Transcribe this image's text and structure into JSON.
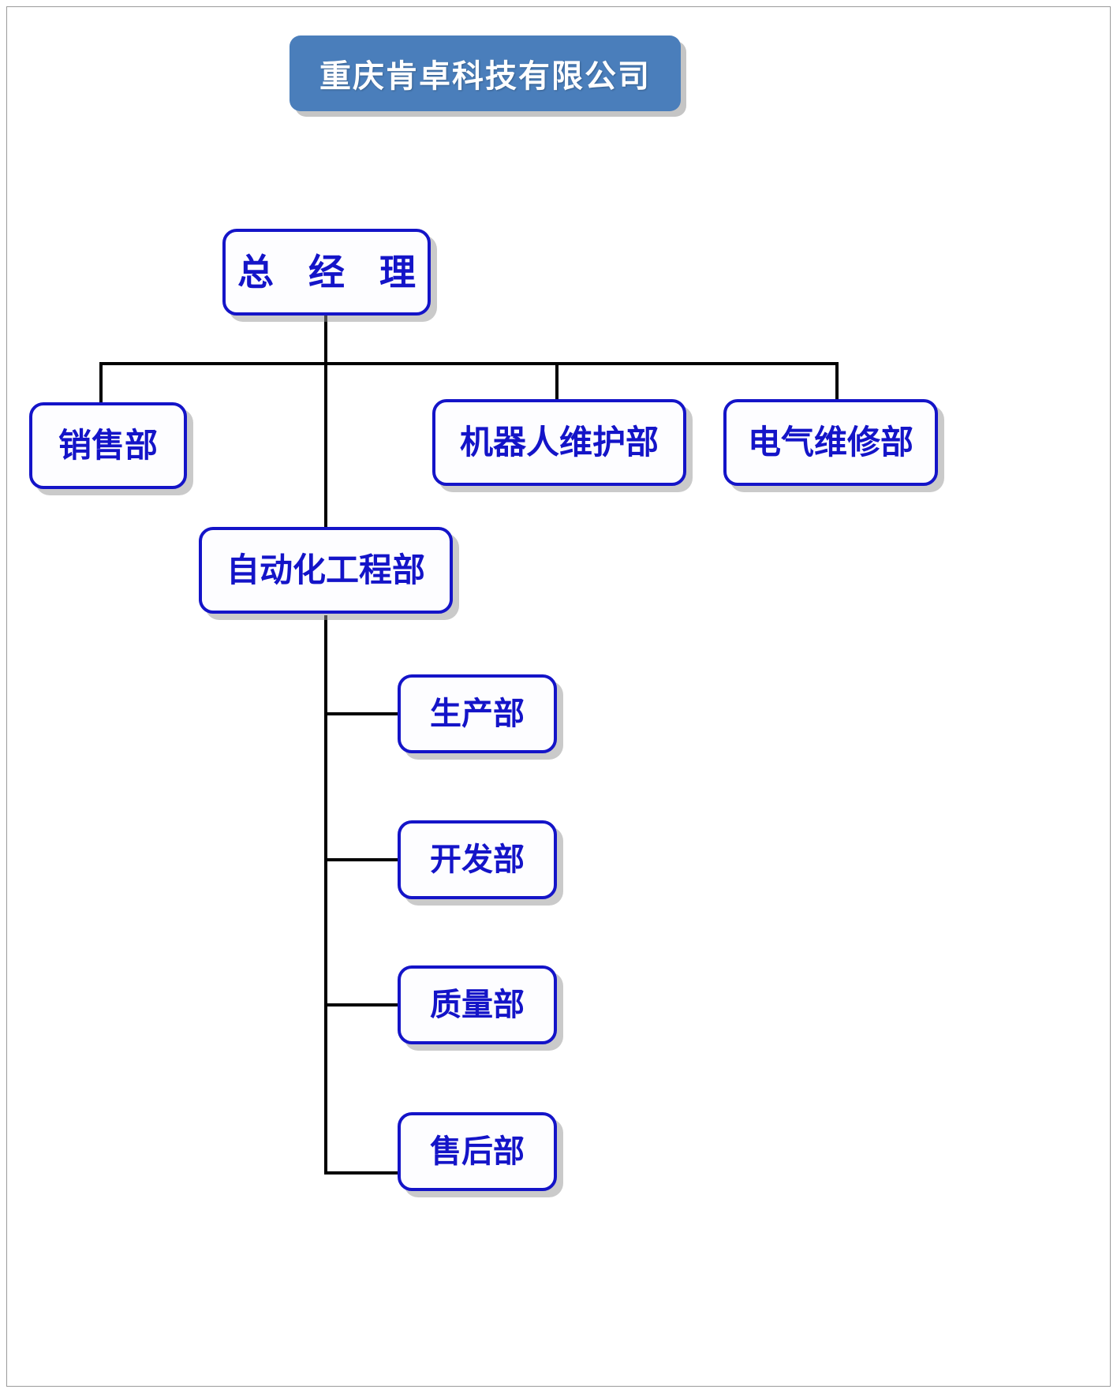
{
  "chart": {
    "title": "重庆肯卓科技有限公司",
    "type": "org-chart",
    "colors": {
      "title_fill": "#4a7ebb",
      "title_text": "#ffffff",
      "node_border": "#1414c8",
      "node_text": "#1414c8",
      "node_fill": "#fdfdff",
      "connector": "#000000",
      "shadow": "#969696",
      "page_border": "#9a9a9a",
      "background": "#ffffff"
    },
    "nodes": {
      "general_manager": "总 经 理",
      "sales": "销售部",
      "robot_maintenance": "机器人维护部",
      "electrical_repair": "电气维修部",
      "automation_engineering": "自动化工程部",
      "production": "生产部",
      "development": "开发部",
      "quality": "质量部",
      "after_sales": "售后部"
    },
    "hierarchy": [
      {
        "label": "总 经 理",
        "children": [
          {
            "label": "销售部",
            "children": []
          },
          {
            "label": "自动化工程部",
            "children": [
              {
                "label": "生产部",
                "children": []
              },
              {
                "label": "开发部",
                "children": []
              },
              {
                "label": "质量部",
                "children": []
              },
              {
                "label": "售后部",
                "children": []
              }
            ]
          },
          {
            "label": "机器人维护部",
            "children": []
          },
          {
            "label": "电气维修部",
            "children": []
          }
        ]
      }
    ]
  }
}
